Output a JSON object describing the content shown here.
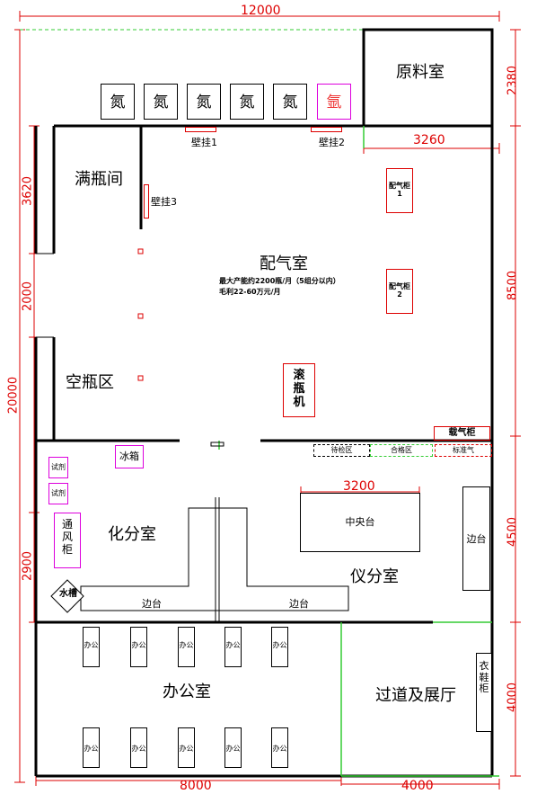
{
  "dimensions": {
    "top_total": "12000",
    "right_raw": "2380",
    "right_gas_room_width": "3260",
    "left_full_bottles": "3620",
    "left_mid": "2000",
    "left_total": "20000",
    "right_gas_room_height": "8500",
    "chem_room_width": "3200",
    "right_instrument": "4500",
    "left_chem": "2900",
    "right_corridor": "4000",
    "bottom_office": "8000",
    "bottom_corridor": "4000"
  },
  "rooms": {
    "raw_material": "原料室",
    "full_bottles": "满瓶间",
    "gas_mixing": "配气室",
    "empty_bottles": "空瓶区",
    "chemical_analysis": "化分室",
    "instrument_analysis": "仪分室",
    "office": "办公室",
    "corridor_showroom": "过道及展厅"
  },
  "gas_mixing_notes": {
    "capacity": "最大产能约2200瓶/月（5组分以内）",
    "profit": "毛利22-60万元/月"
  },
  "cylinders": [
    "氮",
    "氮",
    "氮",
    "氮",
    "氮",
    "氩"
  ],
  "wall_mounts": {
    "mount1": "壁挂1",
    "mount2": "壁挂2",
    "mount3": "壁挂3"
  },
  "cabinets": {
    "cabinet1": "配气柜 1",
    "cabinet2": "配气柜 2",
    "roller": "滚瓶机",
    "carrier_gas": "载气柜"
  },
  "zones": {
    "pending": "待检区",
    "qualified": "合格区",
    "standard_gas": "标准气"
  },
  "lab": {
    "fridge": "冰箱",
    "reagent1": "试剂",
    "reagent2": "试剂",
    "fume_hood": "通风柜",
    "sink": "水槽",
    "bench_left": "边台",
    "bench_right": "边台",
    "central_bench": "中央台",
    "side_bench": "边台",
    "wardrobe": "衣鞋柜"
  },
  "desks": {
    "label": "办公"
  }
}
